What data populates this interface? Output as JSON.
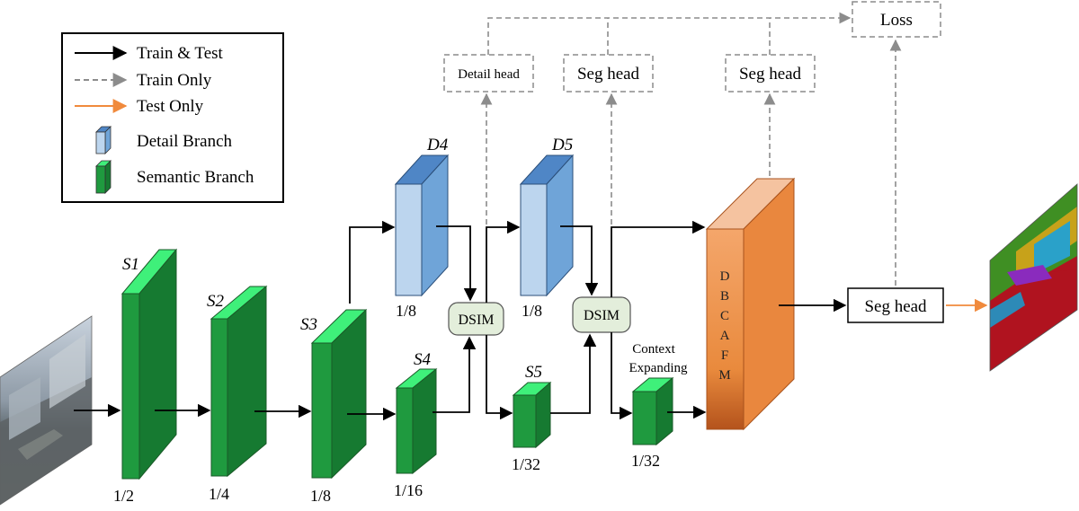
{
  "legend": {
    "train_test": "Train & Test",
    "train_only": "Train Only",
    "test_only": "Test Only",
    "detail_branch": "Detail Branch",
    "semantic_branch": "Semantic Branch"
  },
  "stages": {
    "s1": {
      "label": "S1",
      "scale": "1/2"
    },
    "s2": {
      "label": "S2",
      "scale": "1/4"
    },
    "s3": {
      "label": "S3",
      "scale": "1/8"
    },
    "s4": {
      "label": "S4",
      "scale": "1/16"
    },
    "s5": {
      "label": "S5",
      "scale": "1/32"
    },
    "d4": {
      "label": "D4",
      "scale": "1/8"
    },
    "d5": {
      "label": "D5",
      "scale": "1/8"
    },
    "ce": {
      "scale": "1/32"
    }
  },
  "modules": {
    "dsim1": "DSIM",
    "dsim2": "DSIM",
    "context_expanding_line1": "Context",
    "context_expanding_line2": "Expanding",
    "dbcafm_letters": [
      "D",
      "B",
      "C",
      "A",
      "F",
      "M"
    ]
  },
  "heads": {
    "detail_head": "Detail head",
    "seg_head_1": "Seg head",
    "seg_head_2": "Seg head",
    "seg_head_final": "Seg head",
    "loss": "Loss"
  },
  "colors": {
    "semantic_front": "#1f9a3f",
    "semantic_side": "#167a31",
    "semantic_top": "#3ff07a",
    "detail_front": "#bcd5ee",
    "detail_side": "#6fa4d8",
    "detail_top": "#4f86c6",
    "fusion_top": "#f5c3a0",
    "fusion_side": "#e9873e",
    "test_only_arrow": "#f08a3c",
    "train_only_arrow": "#8c8c8c",
    "dsim_fill": "#e3eedb"
  }
}
